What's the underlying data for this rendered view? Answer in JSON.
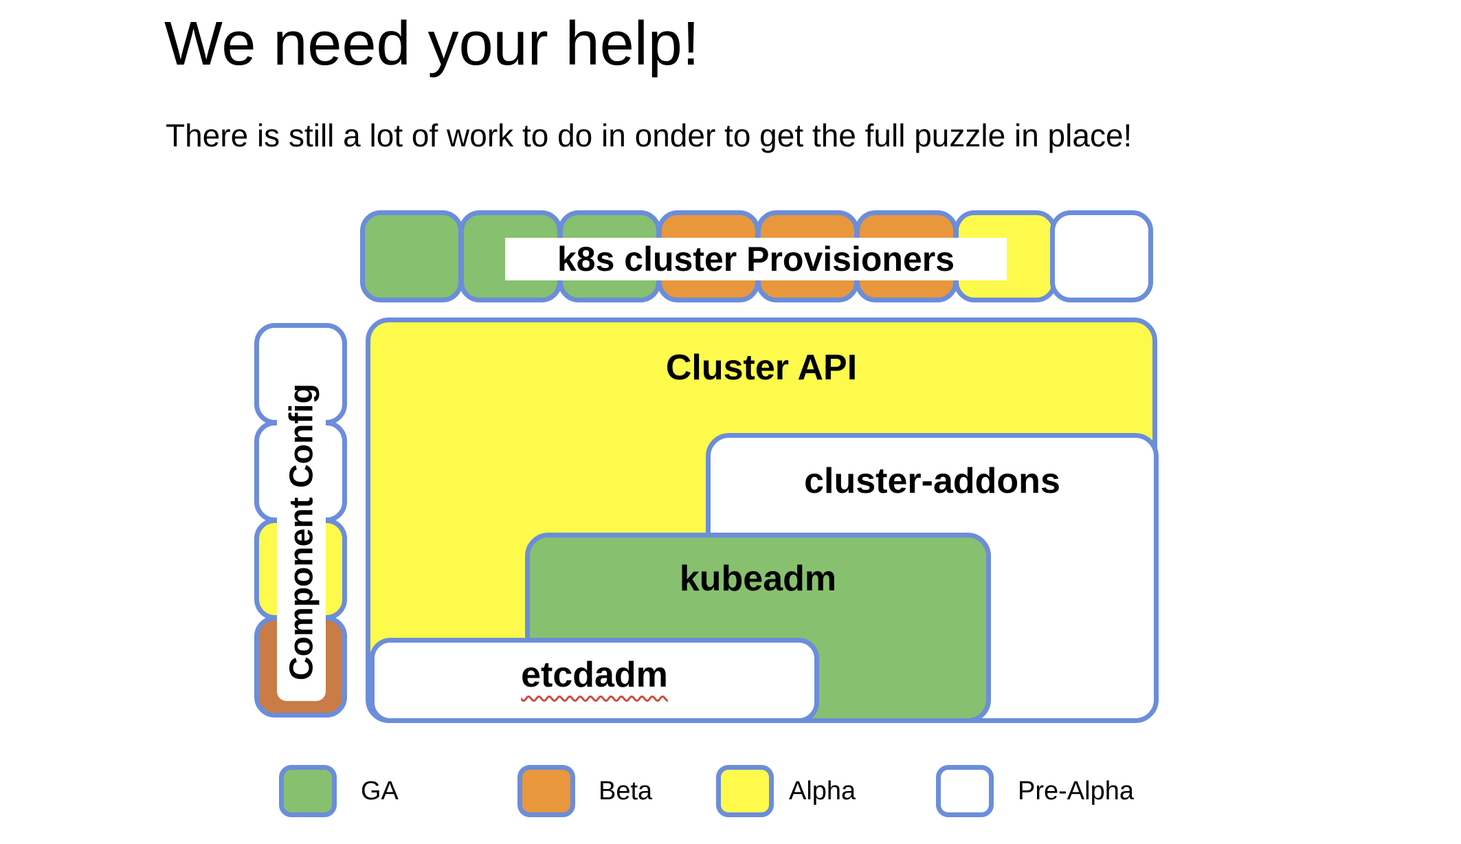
{
  "slide": {
    "title": "We need your help!",
    "subtitle": "There is still a lot of work to do in onder to get the full puzzle in place!"
  },
  "palette": {
    "border_blue": "#6B8DDB",
    "ga_green": "#87C06E",
    "beta_orange": "#E8973C",
    "alpha_yellow": "#FDFA4C",
    "beta_brown": "#C97C45",
    "pre_alpha_white": "#FFFFFF",
    "squiggle_red": "#CE4B3C",
    "text_black": "#000000"
  },
  "diagram": {
    "provisioners": {
      "label": "k8s cluster Provisioners",
      "square_colors": [
        "#87C06E",
        "#87C06E",
        "#87C06E",
        "#E8973C",
        "#E8973C",
        "#E8973C",
        "#FDFA4C",
        "#FFFFFF"
      ]
    },
    "component_config": {
      "label": "Component Config",
      "square_colors": [
        "#FFFFFF",
        "#FFFFFF",
        "#FDFA4C",
        "#C97C45"
      ]
    },
    "blocks": {
      "cluster_api": "Cluster API",
      "cluster_addons": "cluster-addons",
      "kubeadm": "kubeadm",
      "etcdadm": "etcdadm"
    }
  },
  "legend": {
    "items": [
      {
        "label": "GA",
        "color": "#87C06E"
      },
      {
        "label": "Beta",
        "color": "#E8973C"
      },
      {
        "label": "Alpha",
        "color": "#FDFA4C"
      },
      {
        "label": "Pre-Alpha",
        "color": "#FFFFFF"
      }
    ]
  }
}
